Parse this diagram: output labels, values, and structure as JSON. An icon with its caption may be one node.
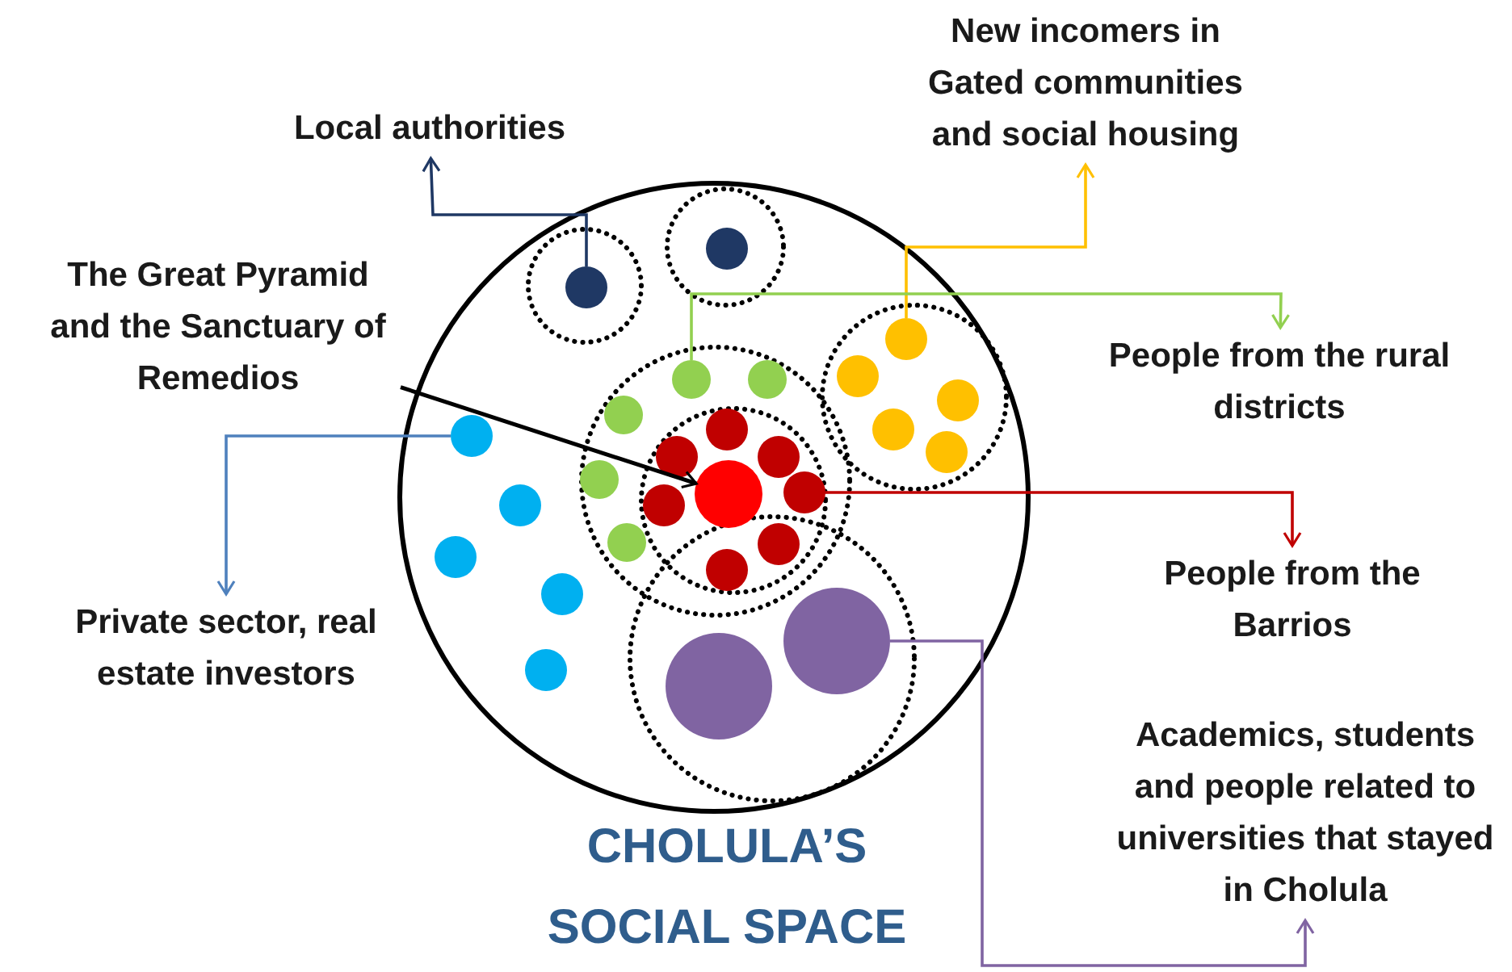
{
  "diagram": {
    "title": "CHOLULA’S SOCIAL SPACE",
    "nodes": [
      {
        "text": [
          "Local authorities"
        ]
      },
      {
        "text": [
          "New incomers in Gated communities and social housing"
        ]
      },
      {
        "text": [
          "The Great Pyramid and the Sanctuary of Remedios"
        ]
      },
      {
        "text": [
          "People from the rural districts"
        ]
      },
      {
        "text": [
          "Private sector, real estate investors"
        ]
      },
      {
        "text": [
          "People from the Barrios"
        ]
      },
      {
        "text": [
          "Academics, students and people related to universities that stayed in Cholula"
        ]
      },
      {
        "text": [],
        "shape": "circle"
      },
      {
        "text": [],
        "shape": "circle",
        "in": 7
      },
      {
        "text": [],
        "shape": "circle",
        "in": 7
      },
      {
        "text": [],
        "shape": "circle",
        "in": 7
      },
      {
        "text": [],
        "shape": "circle",
        "in": 7
      },
      {
        "text": [],
        "shape": "circle",
        "in": 7
      },
      {
        "text": [],
        "shape": "circle",
        "in": 7
      },
      {
        "text": [],
        "shape": "circle",
        "in": 7
      },
      {
        "text": [],
        "shape": "circle",
        "in": 7
      },
      {
        "text": [],
        "shape": "circle",
        "in": 7
      },
      {
        "text": [],
        "shape": "circle",
        "in": 7
      },
      {
        "text": [],
        "shape": "circle",
        "in": 7
      },
      {
        "text": [],
        "shape": "circle",
        "in": 7
      },
      {
        "text": [],
        "shape": "circle",
        "in": 7
      },
      {
        "text": [],
        "shape": "circle",
        "in": 7
      },
      {
        "text": [],
        "shape": "circle",
        "in": 7
      },
      {
        "text": [],
        "shape": "circle",
        "in": 7
      },
      {
        "text": [],
        "shape": "circle",
        "in": 7
      },
      {
        "text": [],
        "shape": "circle",
        "in": 7
      },
      {
        "text": [],
        "shape": "circle",
        "in": 7
      },
      {
        "text": [],
        "shape": "circle",
        "in": 7
      },
      {
        "text": [],
        "shape": "circle",
        "in": 7
      },
      {
        "text": [],
        "shape": "circle",
        "in": 7
      },
      {
        "text": [],
        "shape": "circle",
        "in": 7
      },
      {
        "text": [],
        "shape": "circle",
        "in": 7
      },
      {
        "text": [],
        "shape": "circle",
        "in": 7
      },
      {
        "text": [],
        "shape": "circle",
        "in": 7
      },
      {
        "text": [],
        "shape": "circle",
        "in": 7
      }
    ],
    "edges": [
      {
        "from": 9,
        "to": 0,
        "arrow": "to",
        "color": "#1f3864"
      },
      {
        "from": 10,
        "to": 1,
        "arrow": "to",
        "color": "#ffc000"
      },
      {
        "from": 12,
        "to": 3,
        "arrow": "to",
        "color": "#92d050"
      },
      {
        "from": 2,
        "to": 24,
        "arrow": "to",
        "color": "#000000"
      },
      {
        "from": 18,
        "to": 4,
        "arrow": "to",
        "color": "#4f81bd"
      },
      {
        "from": 23,
        "to": 5,
        "arrow": "to",
        "color": "#c00000"
      },
      {
        "from": 32,
        "to": 6,
        "arrow": "to",
        "color": "#8064a2"
      }
    ]
  }
}
